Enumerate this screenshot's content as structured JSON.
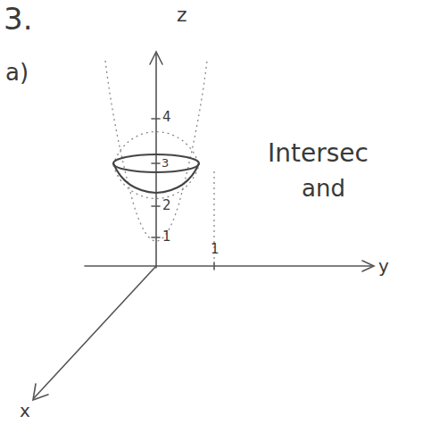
{
  "diagram": {
    "labels": [
      "3.",
      "a)",
      "z",
      "4",
      "3",
      "2",
      "1",
      "Intersec",
      "and",
      "y",
      "1",
      "x"
    ]
  }
}
